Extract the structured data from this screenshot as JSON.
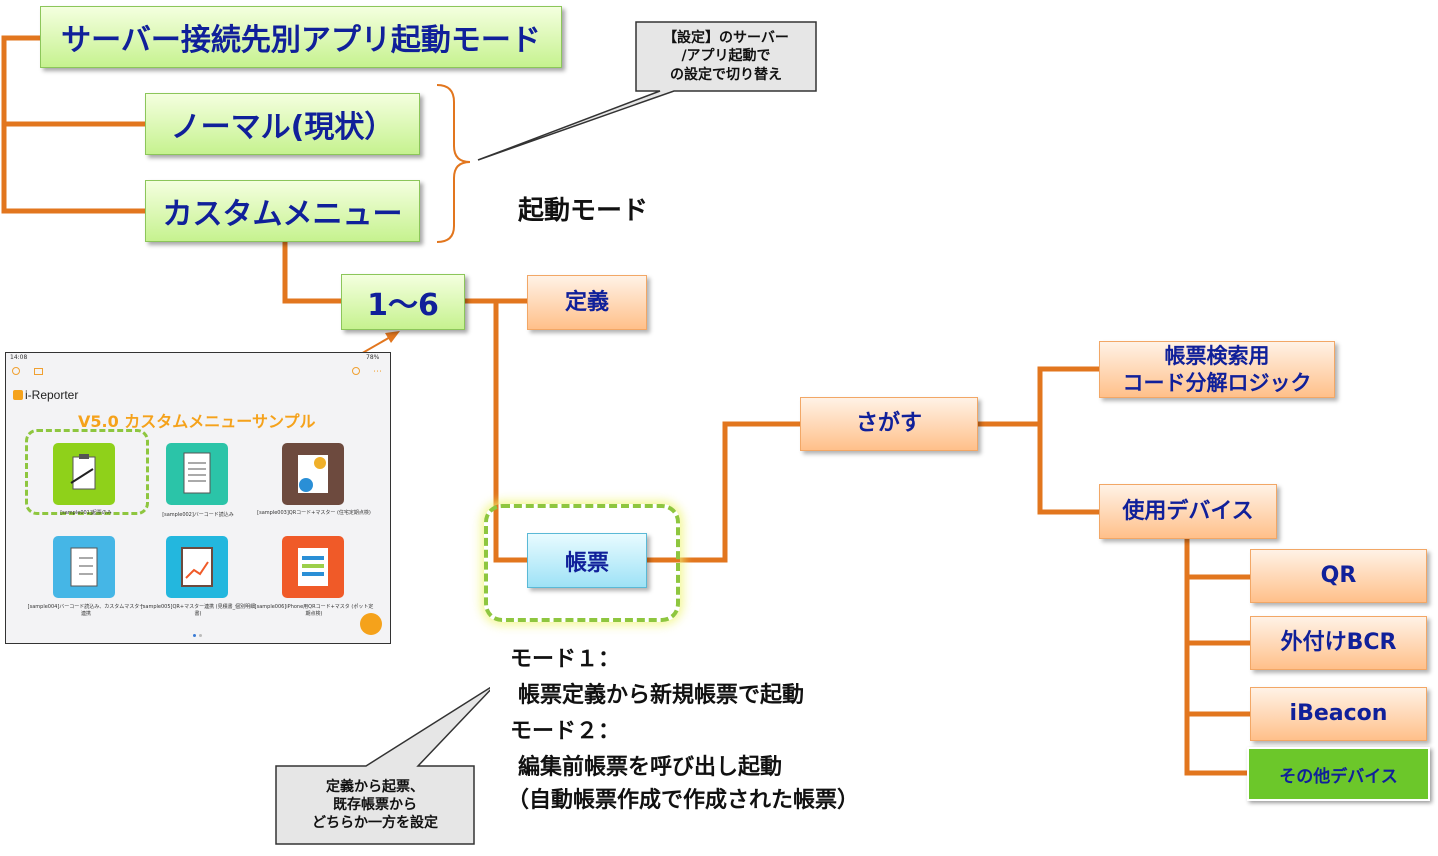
{
  "nodes": {
    "server_mode": "サーバー接続先別アプリ起動モード",
    "normal": "ノーマル(現状）",
    "custom_menu": "カスタムメニュー",
    "range": "1～6",
    "definition": "定義",
    "form": "帳票",
    "search": "さがす",
    "form_search_code_line1": "帳票検索用",
    "form_search_code_line2": "コード分解ロジック",
    "device": "使用デバイス",
    "qr": "QR",
    "bcr": "外付けBCR",
    "ibeacon": "iBeacon",
    "other_device": "その他デバイス"
  },
  "labels": {
    "startup_mode": "起動モード"
  },
  "callout_settings": {
    "line1": "【設定】のサーバー",
    "line2": "/アプリ起動で",
    "line3": "の設定で切り替え"
  },
  "callout_form": {
    "line1": "定義から起票、",
    "line2": "既存帳票から",
    "line3": "どちらか一方を設定"
  },
  "modes": {
    "mode1_title": "モード１：",
    "mode1_desc": "帳票定義から新規帳票で起動",
    "mode2_title": "モード２：",
    "mode2_desc": "編集前帳票を呼び出し起動",
    "mode2_note": "（自動帳票作成で作成された帳票）"
  },
  "ipad": {
    "status_time": "14:08",
    "status_battery": "78%",
    "app_name": "i-Reporter",
    "menu_title": "V5.0 カスタムメニューサンプル",
    "tiles": [
      {
        "caption": "[sample001]起票のみ",
        "icon": "clipboard-pen-icon",
        "color": "#8fd11a"
      },
      {
        "caption": "[sample002]バーコード読込み",
        "icon": "document-list-icon",
        "color": "#2bc4a8"
      },
      {
        "caption": "[sample003]QRコード+マスター (住宅定期点検)",
        "icon": "report-chart-icon",
        "color": "#6d4a3e"
      },
      {
        "caption": "[sample004]バーコード読込み、カスタムマスター連携",
        "icon": "checklist-icon",
        "color": "#45b6e6"
      },
      {
        "caption": "[sample005]QR+マスター連携 (見積書_個別明細書)",
        "icon": "clipboard-chart-icon",
        "color": "#23b7de"
      },
      {
        "caption": "[sample006]iPhone用QRコード+マスタ (ポット定期点検)",
        "icon": "clipboard-table-icon",
        "color": "#f05a28"
      }
    ]
  },
  "colors": {
    "connector": "#e2761e",
    "box_text": "#10209a",
    "dash_highlight": "#8ec63f",
    "ipad_title": "#f5a21b"
  }
}
